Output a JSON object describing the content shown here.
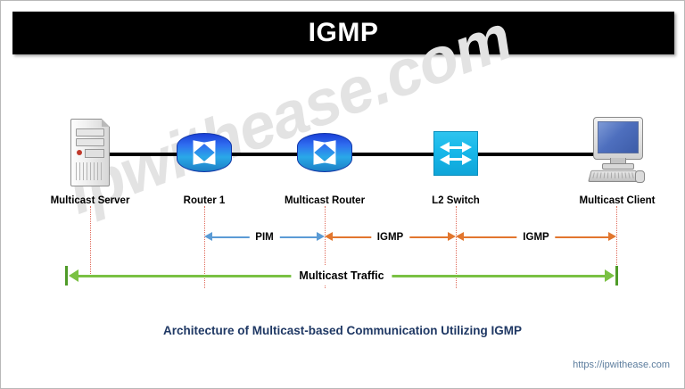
{
  "banner": {
    "title": "IGMP"
  },
  "watermark": {
    "text": "ipwithease.com"
  },
  "devices": [
    {
      "name": "Multicast Server",
      "icon": "server-icon"
    },
    {
      "name": "Router 1",
      "icon": "router-icon"
    },
    {
      "name": "Multicast Router",
      "icon": "router-icon"
    },
    {
      "name": "L2 Switch",
      "icon": "switch-icon"
    },
    {
      "name": "Multicast Client",
      "icon": "desktop-computer-icon"
    }
  ],
  "protocol_spans": [
    {
      "label": "PIM",
      "color": "#5b9bd5"
    },
    {
      "label": "IGMP",
      "color": "#e2762e"
    },
    {
      "label": "IGMP",
      "color": "#e2762e"
    }
  ],
  "traffic": {
    "label": "Multicast Traffic",
    "color": "#7ac143"
  },
  "caption": {
    "text": "Architecture of Multicast-based Communication Utilizing IGMP"
  },
  "footer": {
    "url": "https://ipwithease.com"
  }
}
